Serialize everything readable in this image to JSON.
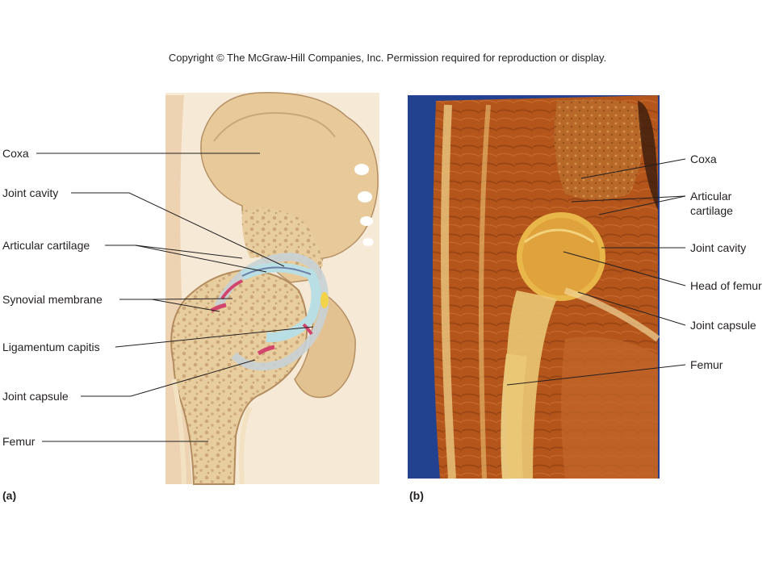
{
  "copyright": "Copyright © The McGraw-Hill Companies, Inc. Permission required for reproduction or display.",
  "panel_a": {
    "tag": "(a)",
    "labels": {
      "coxa": "Coxa",
      "joint_cavity": "Joint cavity",
      "articular_cartilage": "Articular cartilage",
      "synovial_membrane": "Synovial membrane",
      "ligamentum_capitis": "Ligamentum capitis",
      "joint_capsule": "Joint capsule",
      "femur": "Femur"
    }
  },
  "panel_b": {
    "tag": "(b)",
    "labels": {
      "coxa": "Coxa",
      "articular_cartilage_1": "Articular",
      "articular_cartilage_2": "cartilage",
      "joint_cavity": "Joint cavity",
      "head_of_femur": "Head of femur",
      "joint_capsule": "Joint capsule",
      "femur": "Femur"
    }
  },
  "colors": {
    "bone": "#e9cfa3",
    "spongy_bone": "#d9b98a",
    "cartilage": "#bfe0e4",
    "synovial": "#d2466d",
    "skin": "#f1dcc0",
    "photo_bg": "#22418f",
    "muscle": "#b5561d"
  }
}
